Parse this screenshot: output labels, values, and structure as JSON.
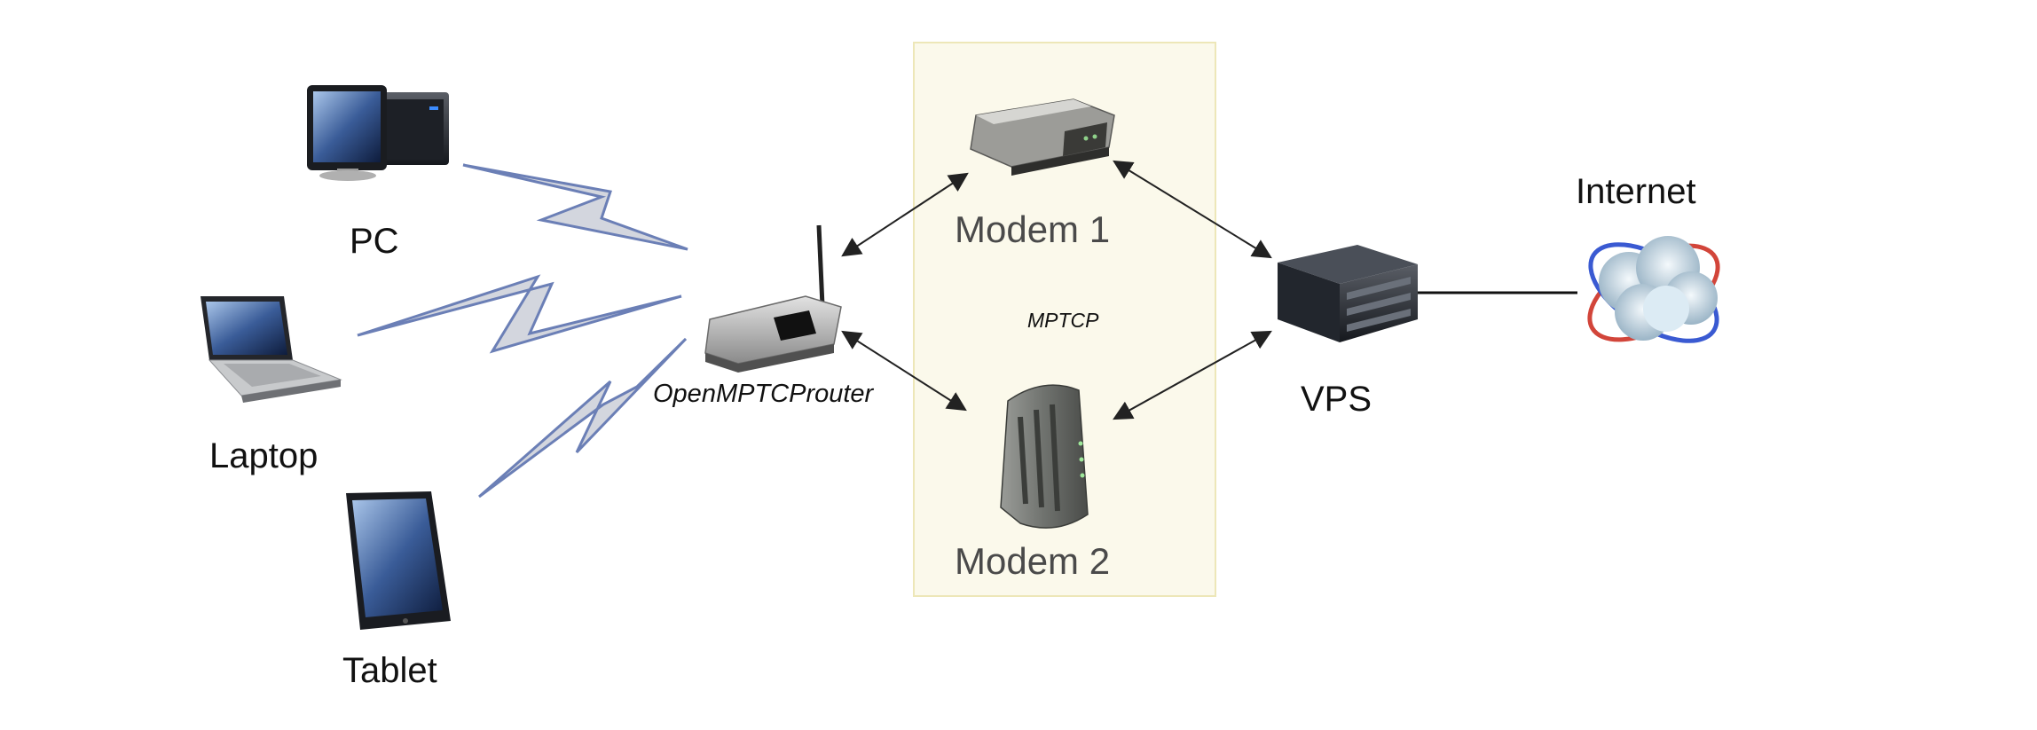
{
  "nodes": {
    "pc": "PC",
    "laptop": "Laptop",
    "tablet": "Tablet",
    "router": "OpenMPTCProuter",
    "modem1": "Modem 1",
    "modem2": "Modem 2",
    "vps": "VPS",
    "internet": "Internet"
  },
  "aggregation_box": {
    "label": "MPTCP"
  },
  "links": [
    {
      "from": "pc",
      "to": "router",
      "type": "wireless"
    },
    {
      "from": "laptop",
      "to": "router",
      "type": "wireless"
    },
    {
      "from": "tablet",
      "to": "router",
      "type": "wireless"
    },
    {
      "from": "router",
      "to": "modem1",
      "type": "bidirectional-arrow"
    },
    {
      "from": "router",
      "to": "modem2",
      "type": "bidirectional-arrow"
    },
    {
      "from": "modem1",
      "to": "vps",
      "type": "bidirectional-arrow"
    },
    {
      "from": "modem2",
      "to": "vps",
      "type": "bidirectional-arrow"
    },
    {
      "from": "vps",
      "to": "internet",
      "type": "line"
    }
  ],
  "colors": {
    "box_fill": "#fbf9eb",
    "box_border": "#ede7b8",
    "bolt_fill": "#d3d6de",
    "bolt_stroke": "#6b7fb6",
    "arrow": "#222222"
  },
  "icons": {
    "pc": "desktop-computer-icon",
    "laptop": "laptop-icon",
    "tablet": "tablet-icon",
    "router": "wireless-router-icon",
    "modem1": "dsl-modem-icon",
    "modem2": "cable-modem-icon",
    "vps": "rack-server-icon",
    "internet": "internet-cloud-icon"
  }
}
